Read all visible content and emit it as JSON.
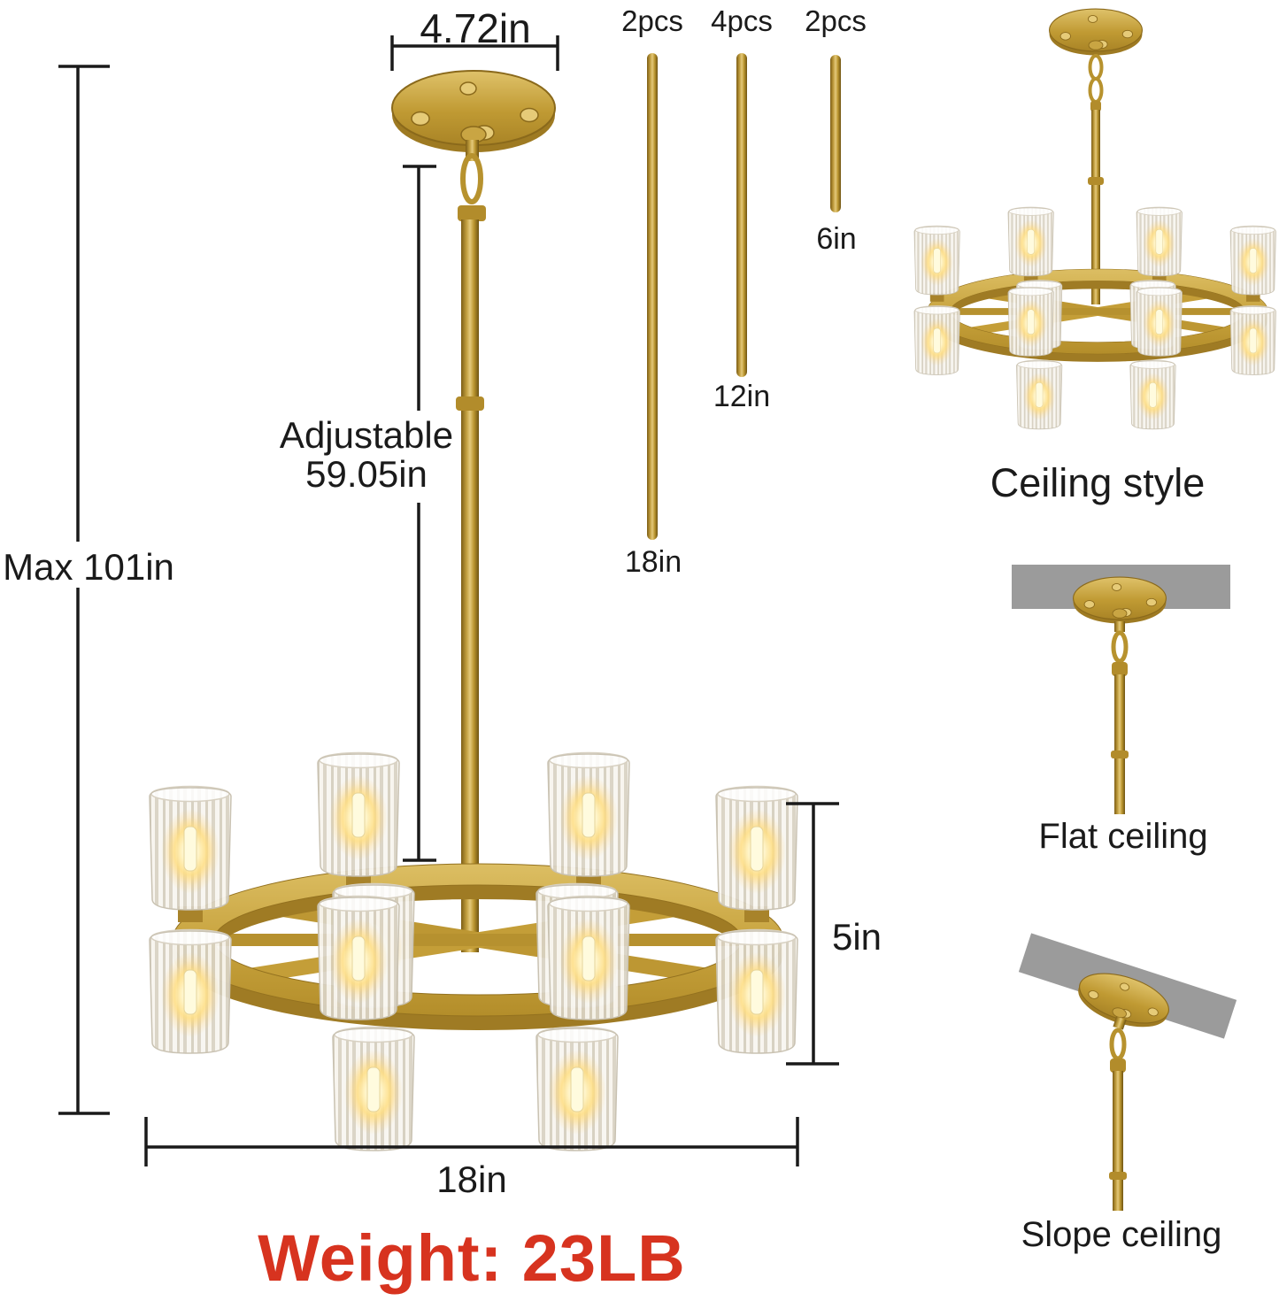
{
  "labels": {
    "canopy_width": "4.72in",
    "adjustable_line1": "Adjustable",
    "adjustable_line2": "59.05in",
    "max_height": "Max 101in",
    "fixture_height": "5in",
    "fixture_diameter": "18in",
    "weight": "Weight: 23LB",
    "ceiling_style": "Ceiling style",
    "flat_ceiling": "Flat ceiling",
    "slope_ceiling": "Slope ceiling"
  },
  "rods": [
    {
      "qty": "2pcs",
      "length": "18in"
    },
    {
      "qty": "4pcs",
      "length": "12in"
    },
    {
      "qty": "2pcs",
      "length": "6in"
    }
  ],
  "colors": {
    "gold": "#C4A03C",
    "gold_dark": "#9E7A22",
    "gold_light": "#E4C97B",
    "text": "#1A1A1A",
    "weight_red": "#D7331F",
    "ceiling_gray": "#9B9B9B",
    "glow_warm": "#FFE9A8"
  }
}
